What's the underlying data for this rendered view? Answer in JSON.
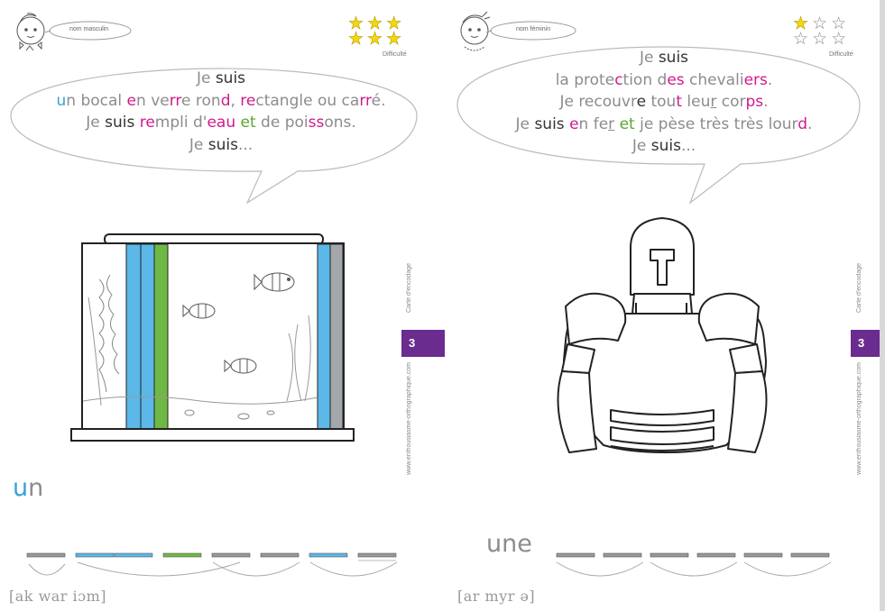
{
  "cards": [
    {
      "gender": "nom masculin",
      "difficulty_label": "Difficulté",
      "stars": "★★★★★★",
      "lines": [
        [
          {
            "t": "Je ",
            "c": ""
          },
          {
            "t": "suis",
            "c": "dk"
          }
        ],
        [
          {
            "t": "u",
            "c": "bl"
          },
          {
            "t": "n bocal ",
            "c": ""
          },
          {
            "t": "e",
            "c": "pk"
          },
          {
            "t": "n ve",
            "c": ""
          },
          {
            "t": "rr",
            "c": "pk"
          },
          {
            "t": "e ron",
            "c": ""
          },
          {
            "t": "d",
            "c": "pk"
          },
          {
            "t": ", ",
            "c": ""
          },
          {
            "t": "re",
            "c": "pk"
          },
          {
            "t": "ctangle ou ca",
            "c": ""
          },
          {
            "t": "rr",
            "c": "pk"
          },
          {
            "t": "é.",
            "c": ""
          }
        ],
        [
          {
            "t": "Je ",
            "c": ""
          },
          {
            "t": "suis",
            "c": "dk"
          },
          {
            "t": " ",
            "c": ""
          },
          {
            "t": "re",
            "c": "pk"
          },
          {
            "t": "mpli d'",
            "c": ""
          },
          {
            "t": "eau",
            "c": "pk"
          },
          {
            "t": " ",
            "c": ""
          },
          {
            "t": "et",
            "c": "gr"
          },
          {
            "t": " de poi",
            "c": ""
          },
          {
            "t": "ss",
            "c": "pk"
          },
          {
            "t": "ons.",
            "c": ""
          }
        ],
        [
          {
            "t": "Je ",
            "c": ""
          },
          {
            "t": "suis",
            "c": "dk"
          },
          {
            "t": "...",
            "c": ""
          }
        ]
      ],
      "word_prefix": "u",
      "word_rest": "n",
      "phonetic": "[ak war iɔm]",
      "side_title": "Carte d'encodage",
      "side_site": "www.enthousiasme-orthographique.com",
      "number": "3"
    },
    {
      "gender": "nom féminin",
      "difficulty_label": "Difficulté",
      "stars": "★☆☆☆☆☆",
      "lines": [
        [
          {
            "t": "Je ",
            "c": ""
          },
          {
            "t": "suis",
            "c": "dk"
          }
        ],
        [
          {
            "t": "la prote",
            "c": ""
          },
          {
            "t": "c",
            "c": "pk"
          },
          {
            "t": "tion d",
            "c": ""
          },
          {
            "t": "es",
            "c": "pk"
          },
          {
            "t": " chevali",
            "c": ""
          },
          {
            "t": "ers",
            "c": "pk"
          },
          {
            "t": ".",
            "c": ""
          }
        ],
        [
          {
            "t": "Je recouvr",
            "c": ""
          },
          {
            "t": "e",
            "c": "dk"
          },
          {
            "t": " tou",
            "c": ""
          },
          {
            "t": "t",
            "c": "pk"
          },
          {
            "t": " leu",
            "c": ""
          },
          {
            "t": "r",
            "c": "sl"
          },
          {
            "t": " cor",
            "c": ""
          },
          {
            "t": "ps",
            "c": "pk"
          },
          {
            "t": ".",
            "c": ""
          }
        ],
        [
          {
            "t": "Je ",
            "c": ""
          },
          {
            "t": "suis",
            "c": "dk"
          },
          {
            "t": " ",
            "c": ""
          },
          {
            "t": "e",
            "c": "pk"
          },
          {
            "t": "n fe",
            "c": ""
          },
          {
            "t": "r",
            "c": "sl"
          },
          {
            "t": " ",
            "c": ""
          },
          {
            "t": "et",
            "c": "gr"
          },
          {
            "t": " je pèse très très lour",
            "c": ""
          },
          {
            "t": "d",
            "c": "pk"
          },
          {
            "t": ".",
            "c": ""
          }
        ],
        [
          {
            "t": "Je ",
            "c": ""
          },
          {
            "t": "suis",
            "c": "dk"
          },
          {
            "t": "...",
            "c": ""
          }
        ]
      ],
      "word": "une",
      "phonetic": "[ar myr ə]",
      "side_title": "Carte d'encodage",
      "side_site": "www.enthousiasme-orthographique.com",
      "number": "3"
    }
  ],
  "colors": {
    "pink": "#d11a8c",
    "blue": "#3aa0d8",
    "green": "#5aa631",
    "dark": "#333333",
    "gray": "#8c8c8c",
    "purple": "#6a2c8f",
    "star": "#f2d80f"
  }
}
